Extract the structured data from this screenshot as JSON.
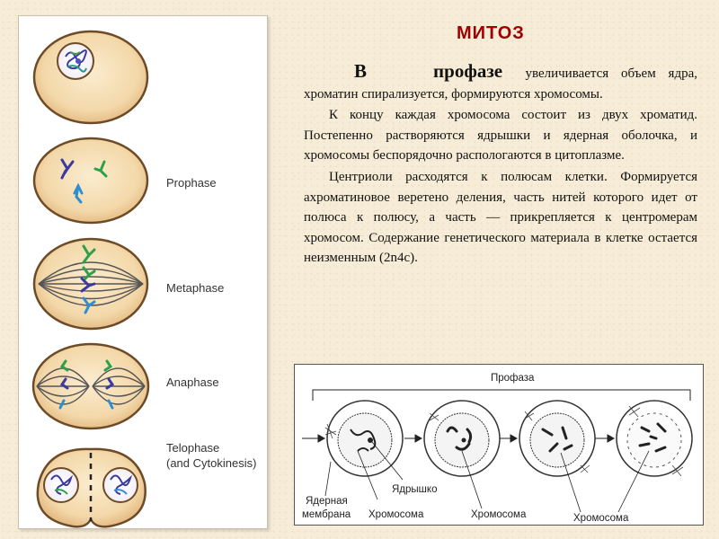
{
  "title": "МИТОЗ",
  "paragraphs": {
    "p1_lead_1": "В",
    "p1_lead_2": "профазе",
    "p1_rest": "увеличивается объем ядра, хроматин спирализуется, формируются хромосомы.",
    "p2": "К концу каждая хромосома состоит из двух хроматид. Постепенно растворяются ядрышки и ядерная оболочка, и хромосомы беспорядочно распологаются в цитоплазме.",
    "p3": "Центриоли расходятся к полюсам клетки. Формируется ахроматиновое веретено деления, часть нитей которого идет от полюса к полюсу, а часть — прикрепляется к центромерам хромосом. Содержание генетического материала в клетке остается неизменным (2n4c)."
  },
  "phases": {
    "prophase": "Prophase",
    "metaphase": "Metaphase",
    "anaphase": "Anaphase",
    "telophase_1": "Telophase",
    "telophase_2": "(and Cytokinesis)"
  },
  "diagram": {
    "header": "Профаза",
    "label_membrane_1": "Ядерная",
    "label_membrane_2": "мембрана",
    "label_chromosome_1": "Хромосома",
    "label_nucleolus": "Ядрышко",
    "label_chromosome_2": "Хромосома",
    "label_chromosome_3": "Хромосома"
  },
  "colors": {
    "title": "#a00000",
    "cell_fill": "#f1d6a8",
    "cell_stroke": "#7a5a30"
  }
}
